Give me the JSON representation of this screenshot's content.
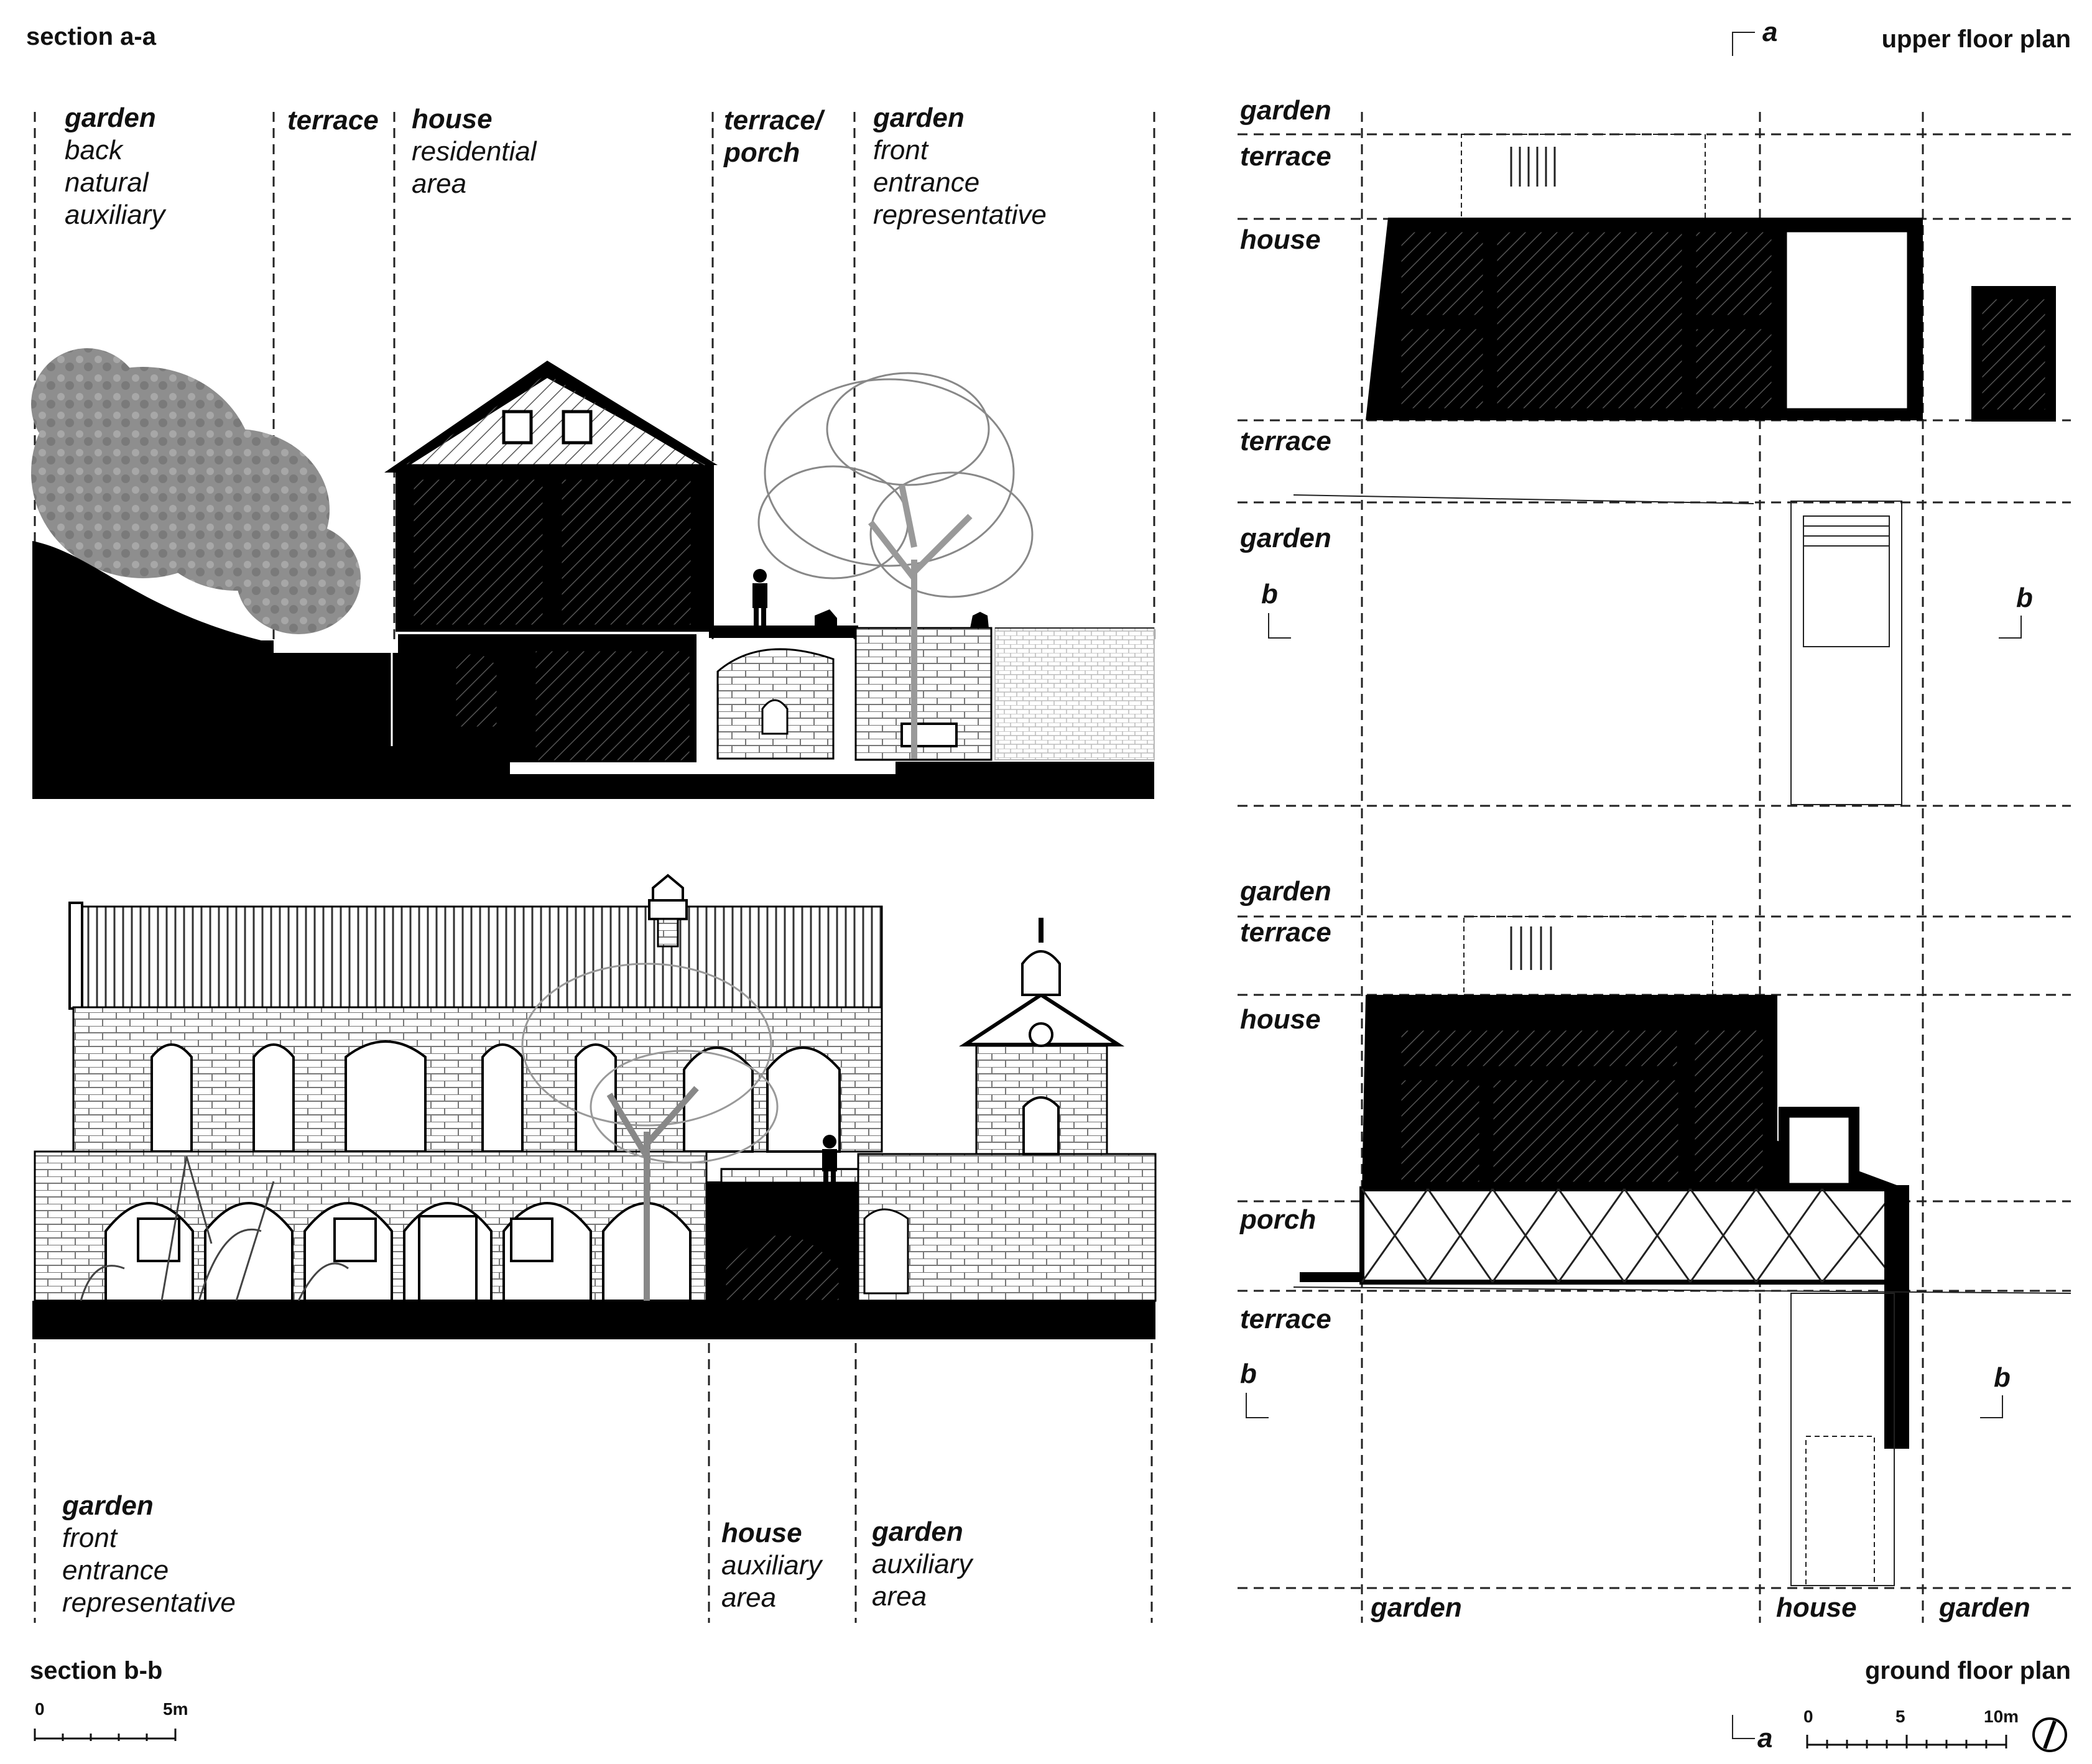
{
  "titles": {
    "section_aa": "section a-a",
    "upper_plan": "upper floor plan",
    "section_bb": "section b-b",
    "ground_plan": "ground floor plan"
  },
  "section_aa_zones": [
    {
      "name": "garden",
      "lines": [
        "back",
        "natural",
        "auxiliary"
      ]
    },
    {
      "name": "terrace",
      "lines": []
    },
    {
      "name": "house",
      "lines": [
        "residential",
        "area"
      ]
    },
    {
      "name": "terrace/",
      "lines": [
        "porch"
      ]
    },
    {
      "name": "garden",
      "lines": [
        "front",
        "entrance",
        "representative"
      ]
    }
  ],
  "upper_plan_rows": [
    "garden",
    "terrace",
    "house",
    "terrace",
    "garden"
  ],
  "ground_plan_rows": [
    "garden",
    "terrace",
    "house",
    "porch",
    "terrace"
  ],
  "ground_plan_columns": [
    "garden",
    "house",
    "garden"
  ],
  "section_bb_zones": [
    {
      "name": "garden",
      "lines": [
        "front",
        "entrance",
        "representative"
      ]
    },
    {
      "name": "house",
      "lines": [
        "auxiliary",
        "area"
      ]
    },
    {
      "name": "garden",
      "lines": [
        "auxiliary",
        "area"
      ]
    }
  ],
  "section_markers": {
    "a": "a",
    "b": "b"
  },
  "scale_section": {
    "start": "0",
    "end": "5m"
  },
  "scale_plan": {
    "start": "0",
    "mid": "5",
    "end": "10m"
  },
  "icons": [
    "north-arrow-icon",
    "tree-icon",
    "human-figure-icon"
  ]
}
